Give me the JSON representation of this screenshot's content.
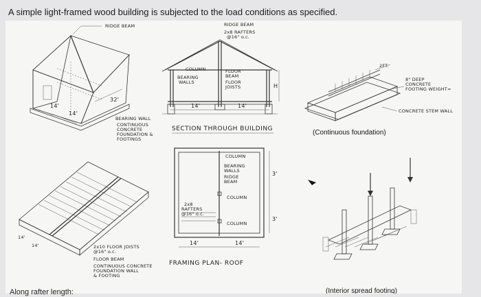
{
  "question": {
    "text": "A simple light-framed wood building is subjected to the load conditions as specified."
  },
  "labels": {
    "iso_ridge_beam": "RIDGE BEAM",
    "iso_dim_14a": "14'",
    "iso_dim_14b": "14'",
    "iso_dim_32": "32'",
    "iso_bearing_wall": "BEARING WALL",
    "iso_continuous": "CONTINUOUS",
    "iso_concrete": "CONCRETE",
    "iso_foundation": "FOUNDATION &",
    "iso_footings": "FOOTINGS",
    "sec_ridge_beam": "RIDGE BEAM",
    "sec_rafters_1": "2x8 RAFTERS",
    "sec_rafters_2": "@16\" o.c.",
    "sec_column": "COLUMN",
    "sec_bearing_1": "BEARING",
    "sec_bearing_2": "WALLS",
    "sec_floor_beam_1": "FLOOR",
    "sec_floor_beam_2": "BEAM",
    "sec_floor_joists_1": "FLOOR",
    "sec_floor_joists_2": "JOISTS",
    "sec_h": "H",
    "sec_dim_14a": "14'",
    "sec_dim_14b": "14'",
    "sec_title": "SECTION THROUGH BUILDING",
    "fnd_2ft": "2FT.",
    "fnd_deep_1": "8\" DEEP",
    "fnd_deep_2": "CONCRETE",
    "fnd_deep_3": "FOOTING WEIGHT=",
    "fnd_stem": "CONCRETE STEM WALL",
    "fnd_caption": "(Continuous foundation)",
    "plan_column_top": "COLUMN",
    "plan_bearing_1": "BEARING",
    "plan_bearing_2": "WALLS",
    "plan_ridge_1": "RIDGE",
    "plan_ridge_2": "BEAM",
    "plan_column_mid": "COLUMN",
    "plan_column_bot": "COLUMN",
    "plan_rafters_1": "2x8",
    "plan_rafters_2": "RAFTERS",
    "plan_rafters_3": "@16\" o.c.",
    "plan_dim_3a": "3'",
    "plan_dim_3b": "3'",
    "plan_dim_14a": "14'",
    "plan_dim_14b": "14'",
    "plan_title": "FRAMING PLAN- ROOF",
    "floor_joists_1": "2x10 FLOOR JOISTS",
    "floor_joists_2": "@16\" o.c.",
    "floor_beam": "FLOOR BEAM",
    "floor_found_1": "CONTINUOUS CONCRETE",
    "floor_found_2": "FOUNDATION WALL",
    "floor_found_3": "& FOOTING",
    "floor_dim_a": "14'",
    "floor_dim_b": "14'",
    "spread_caption": "(Interior spread footing)"
  },
  "footer": {
    "partial_text": "Along rafter length:"
  },
  "colors": {
    "background": "#e6e6e8",
    "panel": "#f6f6f4",
    "ink": "#222222"
  }
}
